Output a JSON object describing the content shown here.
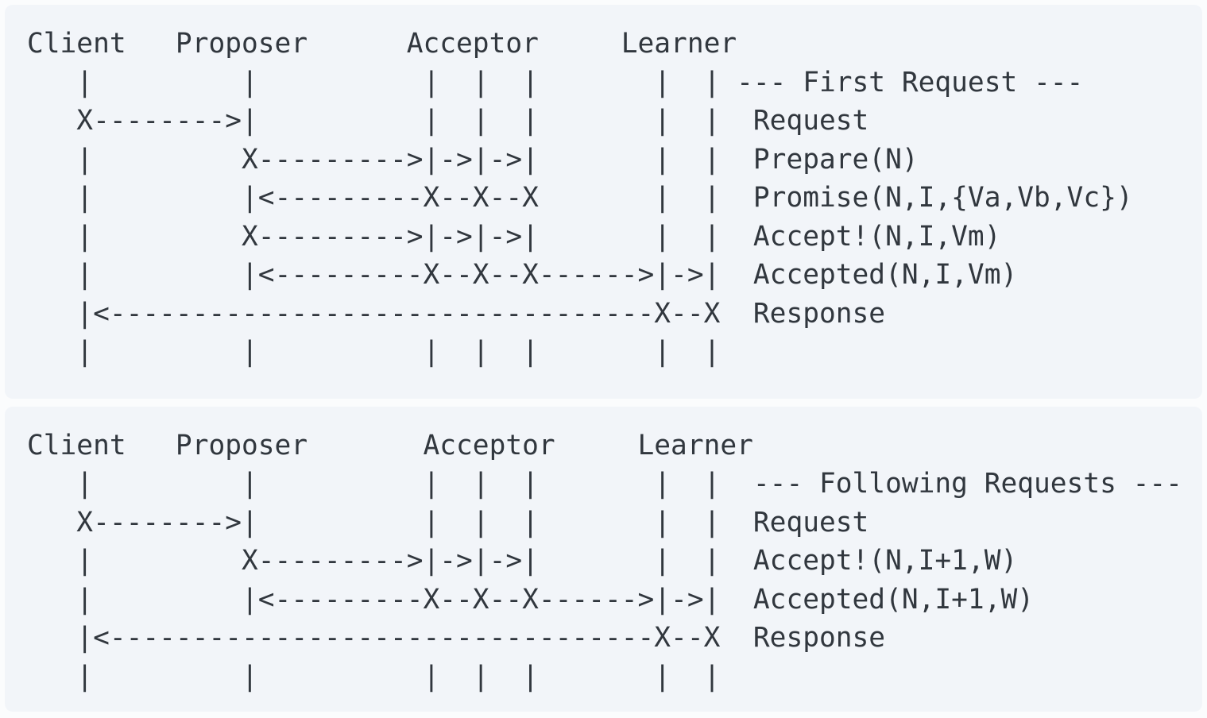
{
  "page": {
    "background": "#fbfcfd",
    "panel_background": "#f2f5f9",
    "text_color": "#31373e"
  },
  "diagrams": {
    "first_request": {
      "title": "--- First Request ---",
      "actors": [
        "Client",
        "Proposer",
        "Acceptor",
        "Learner"
      ],
      "messages": [
        "Request",
        "Prepare(N)",
        "Promise(N,I,{Va,Vb,Vc})",
        "Accept!(N,I,Vm)",
        "Accepted(N,I,Vm)",
        "Response"
      ],
      "ascii_lines": [
        "Client   Proposer      Acceptor     Learner",
        "   |         |          |  |  |       |  | --- First Request ---",
        "   X-------->|          |  |  |       |  |  Request",
        "   |         X--------->|->|->|       |  |  Prepare(N)",
        "   |         |<---------X--X--X       |  |  Promise(N,I,{Va,Vb,Vc})",
        "   |         X--------->|->|->|       |  |  Accept!(N,I,Vm)",
        "   |         |<---------X--X--X------>|->|  Accepted(N,I,Vm)",
        "   |<---------------------------------X--X  Response",
        "   |         |          |  |  |       |  |"
      ]
    },
    "following_requests": {
      "title": "--- Following Requests ---",
      "actors": [
        "Client",
        "Proposer",
        "Acceptor",
        "Learner"
      ],
      "messages": [
        "Request",
        "Accept!(N,I+1,W)",
        "Accepted(N,I+1,W)",
        "Response"
      ],
      "ascii_lines": [
        "Client   Proposer       Acceptor     Learner",
        "   |         |          |  |  |       |  |  --- Following Requests ---",
        "   X-------->|          |  |  |       |  |  Request",
        "   |         X--------->|->|->|       |  |  Accept!(N,I+1,W)",
        "   |         |<---------X--X--X------>|->|  Accepted(N,I+1,W)",
        "   |<---------------------------------X--X  Response",
        "   |         |          |  |  |       |  |"
      ]
    }
  }
}
